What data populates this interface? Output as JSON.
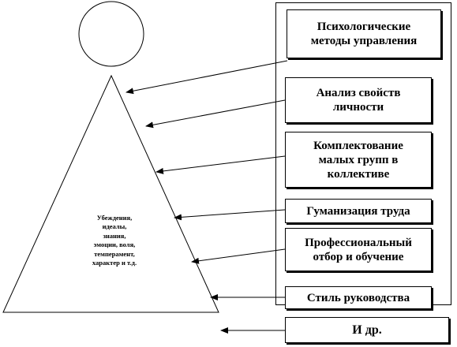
{
  "triangle": {
    "inner_lines": [
      "Убеждения,",
      "идеалы,",
      "знания,",
      "эмоции, воля,",
      "темперамент,",
      "характер и т.д."
    ]
  },
  "boxes": [
    {
      "lines": [
        "Психологические",
        "методы управления"
      ]
    },
    {
      "lines": [
        "Анализ свойств",
        "личности"
      ]
    },
    {
      "lines": [
        "Комплектование",
        "малых групп в",
        "коллективе"
      ]
    },
    {
      "lines": [
        "Гуманизация труда"
      ]
    },
    {
      "lines": [
        "Профессиональный",
        "отбор и обучение"
      ]
    },
    {
      "lines": [
        "Стиль руководства"
      ]
    },
    {
      "lines": [
        "И др."
      ]
    }
  ]
}
